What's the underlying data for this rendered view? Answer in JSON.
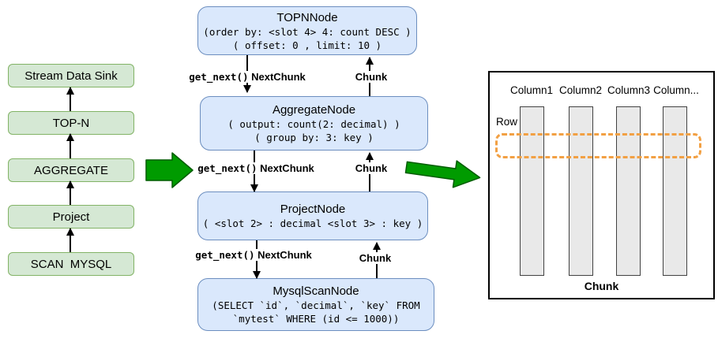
{
  "left_pipeline": {
    "stages": [
      {
        "label": "Stream Data Sink"
      },
      {
        "label": "TOP-N"
      },
      {
        "label": "AGGREGATE"
      },
      {
        "label": "Project"
      },
      {
        "label": "SCAN  MYSQL"
      }
    ]
  },
  "exec_nodes": [
    {
      "title": "TOPNNode",
      "lines": [
        "(order by: <slot 4> 4: count DESC )",
        "( offset: 0 , limit: 10 )"
      ]
    },
    {
      "title": "AggregateNode",
      "lines": [
        "( output: count(2: decimal) )",
        "( group by: 3: key )"
      ]
    },
    {
      "title": "ProjectNode",
      "lines": [
        "( <slot 2> : decimal <slot 3> : key )"
      ]
    },
    {
      "title": "MysqlScanNode",
      "lines": [
        "(SELECT `id`, `decimal`, `key` FROM",
        "`mytest` WHERE (id <= 1000))"
      ]
    }
  ],
  "connector_labels": {
    "get_next": "get_next()",
    "next_chunk": "NextChunk",
    "chunk": "Chunk"
  },
  "chunk_panel": {
    "columns": [
      "Column1",
      "Column2",
      "Column3",
      "Column..."
    ],
    "row_label": "Row",
    "chunk_label": "Chunk"
  },
  "colors": {
    "stage_fill": "#d5e8d4",
    "stage_border": "#82b366",
    "node_fill": "#dae8fc",
    "node_border": "#6c8ebf",
    "big_arrow_fill": "#009b00",
    "big_arrow_stroke": "#005c00",
    "row_highlight": "#f2a043",
    "bar_fill": "#e9e9e9"
  }
}
